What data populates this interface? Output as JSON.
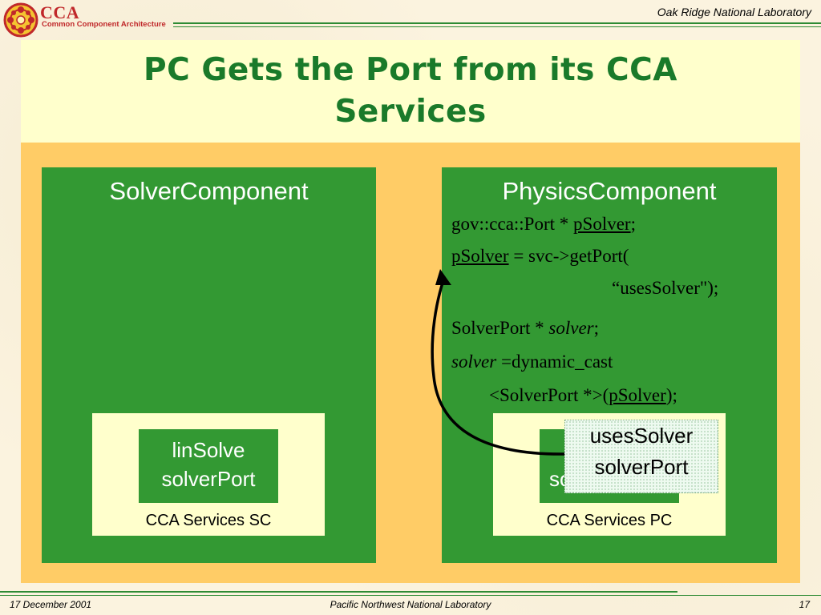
{
  "header": {
    "logo_title": "CCA",
    "logo_subtitle": "Common Component Architecture",
    "organization": "Oak Ridge National Laboratory"
  },
  "slide": {
    "title_line1": "PC Gets the Port from its CCA",
    "title_line2": "Services"
  },
  "solver_component": {
    "title": "SolverComponent",
    "port_line1": "linSolve",
    "port_line2": "solverPort",
    "services_label": "CCA Services SC"
  },
  "physics_component": {
    "title": "PhysicsComponent",
    "port_partial": "so",
    "services_label": "CCA Services PC",
    "code": {
      "line1_prefix": "gov::cca::Port * ",
      "line1_var": "pSolver",
      "line1_suffix": ";",
      "line2_var": "pSolver",
      "line2_suffix": " = svc->getPort(",
      "line3": "“usesSolver\");",
      "line4_prefix": "SolverPort * ",
      "line4_var": "solver",
      "line4_suffix": ";",
      "line5_var": "solver",
      "line5_suffix": " =dynamic_cast",
      "line6_prefix": "<SolverPort *>(",
      "line6_var": "pSolver",
      "line6_suffix": ");"
    }
  },
  "callout": {
    "line1": "usesSolver",
    "line2": "solverPort"
  },
  "footer": {
    "date": "17 December 2001",
    "organization": "Pacific Northwest National Laboratory",
    "page_number": "17"
  },
  "colors": {
    "component_green": "#339933",
    "title_green": "#1a7a2a",
    "main_area": "#ffcc66",
    "title_box": "#ffffcc",
    "logo_red": "#c0282a"
  }
}
